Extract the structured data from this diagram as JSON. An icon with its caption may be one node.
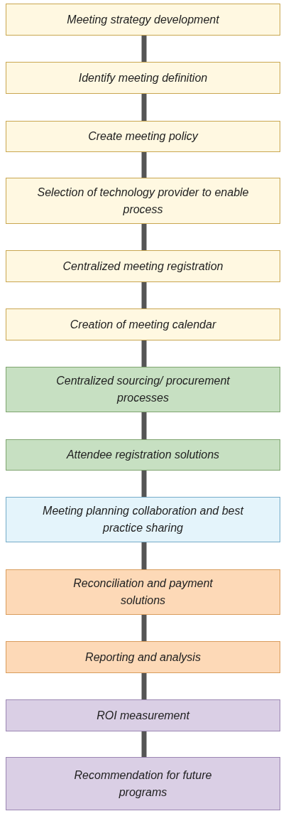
{
  "diagram": {
    "nodes": [
      {
        "text": [
          "Meeting strategy development"
        ]
      },
      {
        "text": [
          "Identify meeting definition"
        ]
      },
      {
        "text": [
          "Create meeting policy"
        ]
      },
      {
        "text": [
          "Selection of technology provider to enable process"
        ]
      },
      {
        "text": [
          "Centralized meeting registration"
        ]
      },
      {
        "text": [
          "Creation of meeting calendar"
        ]
      },
      {
        "text": [
          "Centralized sourcing/ procurement processes"
        ]
      },
      {
        "text": [
          "Attendee registration solutions"
        ]
      },
      {
        "text": [
          "Meeting planning collaboration and best practice sharing"
        ]
      },
      {
        "text": [
          "Reconciliation and payment solutions"
        ]
      },
      {
        "text": [
          "Reporting and analysis"
        ]
      },
      {
        "text": [
          "ROI measurement"
        ]
      },
      {
        "text": [
          "Recommendation for future programs"
        ]
      }
    ],
    "edges": [
      {
        "from": 0,
        "to": 1,
        "arrow": "none"
      },
      {
        "from": 1,
        "to": 2,
        "arrow": "none"
      },
      {
        "from": 2,
        "to": 3,
        "arrow": "none"
      },
      {
        "from": 3,
        "to": 4,
        "arrow": "none"
      },
      {
        "from": 4,
        "to": 5,
        "arrow": "none"
      },
      {
        "from": 5,
        "to": 6,
        "arrow": "none"
      },
      {
        "from": 6,
        "to": 7,
        "arrow": "none"
      },
      {
        "from": 7,
        "to": 8,
        "arrow": "none"
      },
      {
        "from": 8,
        "to": 9,
        "arrow": "none"
      },
      {
        "from": 9,
        "to": 10,
        "arrow": "none"
      },
      {
        "from": 10,
        "to": 11,
        "arrow": "none"
      },
      {
        "from": 11,
        "to": 12,
        "arrow": "none"
      }
    ]
  }
}
